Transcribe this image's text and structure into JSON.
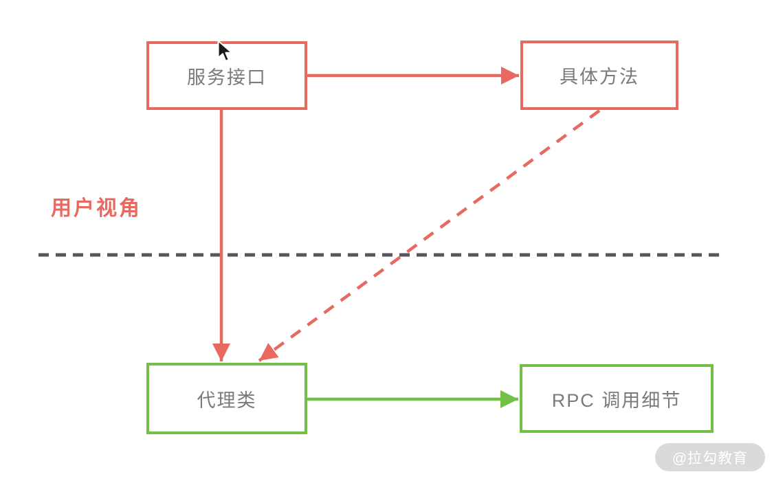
{
  "nodes": {
    "service_interface": {
      "label": "服务接口"
    },
    "concrete_method": {
      "label": "具体方法"
    },
    "proxy_class": {
      "label": "代理类"
    },
    "rpc_details": {
      "label": "RPC 调用细节"
    }
  },
  "annotations": {
    "user_perspective": "用户视角"
  },
  "watermark": {
    "text": "@拉勾教育"
  },
  "edges": [
    {
      "from": "service_interface",
      "to": "concrete_method",
      "style": "solid",
      "color": "red"
    },
    {
      "from": "service_interface",
      "to": "proxy_class",
      "style": "solid",
      "color": "red"
    },
    {
      "from": "concrete_method",
      "to": "proxy_class",
      "style": "dashed",
      "color": "red"
    },
    {
      "from": "proxy_class",
      "to": "rpc_details",
      "style": "solid",
      "color": "green"
    }
  ],
  "colors": {
    "red": "#e8695f",
    "green": "#74bf45",
    "divider_gray": "#57565c",
    "node_text": "#7a7a7a",
    "watermark_bg": "#dadada",
    "watermark_text": "#ffffff"
  }
}
